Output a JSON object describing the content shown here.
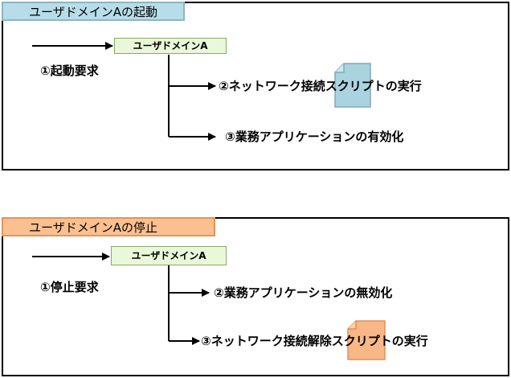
{
  "start_section": {
    "title": "ユーザドメインAの起動",
    "domain_label": "ユーザドメインA",
    "request_label": "①起動要求",
    "step2_label": "②ネットワーク接続スクリプトの実行",
    "step3_label": "③業務アプリケーションの有効化",
    "title_color": "#b7dde8",
    "doc_icon_color": "#a9d3df"
  },
  "stop_section": {
    "title": "ユーザドメインAの停止",
    "domain_label": "ユーザドメインA",
    "request_label": "①停止要求",
    "step2_label": "②業務アプリケーションの無効化",
    "step3_label": "③ネットワーク接続解除スクリプトの実行",
    "title_color": "#fbc090",
    "doc_icon_color": "#f7b787"
  }
}
